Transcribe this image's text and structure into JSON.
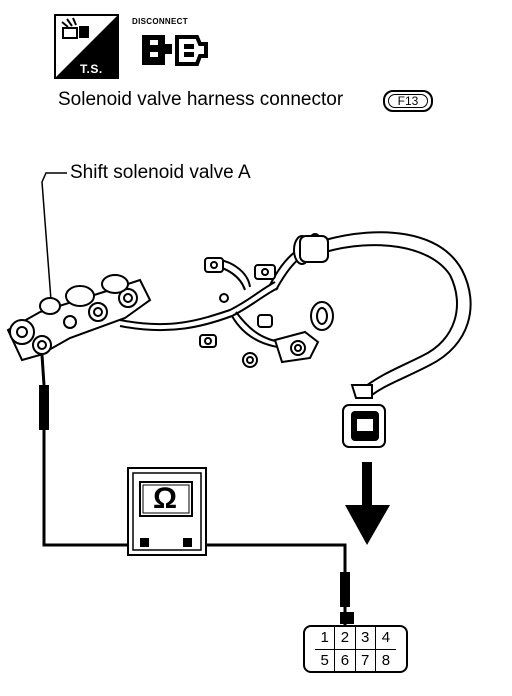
{
  "icons": {
    "test_symbol": "ts-icon",
    "test_symbol_label": "T.S.",
    "disconnect_symbol": "connector-disconnect-icon",
    "disconnect_label": "DISCONNECT"
  },
  "title": "Solenoid valve harness connector",
  "connector_id": "F13",
  "callout_label": "Shift solenoid valve A",
  "meter": {
    "symbol": "Ω",
    "icon": "ohmmeter-icon"
  },
  "connector_pins": {
    "top_row": [
      "1",
      "2",
      "3",
      "4"
    ],
    "bottom_row": [
      "5",
      "6",
      "7",
      "8"
    ]
  }
}
